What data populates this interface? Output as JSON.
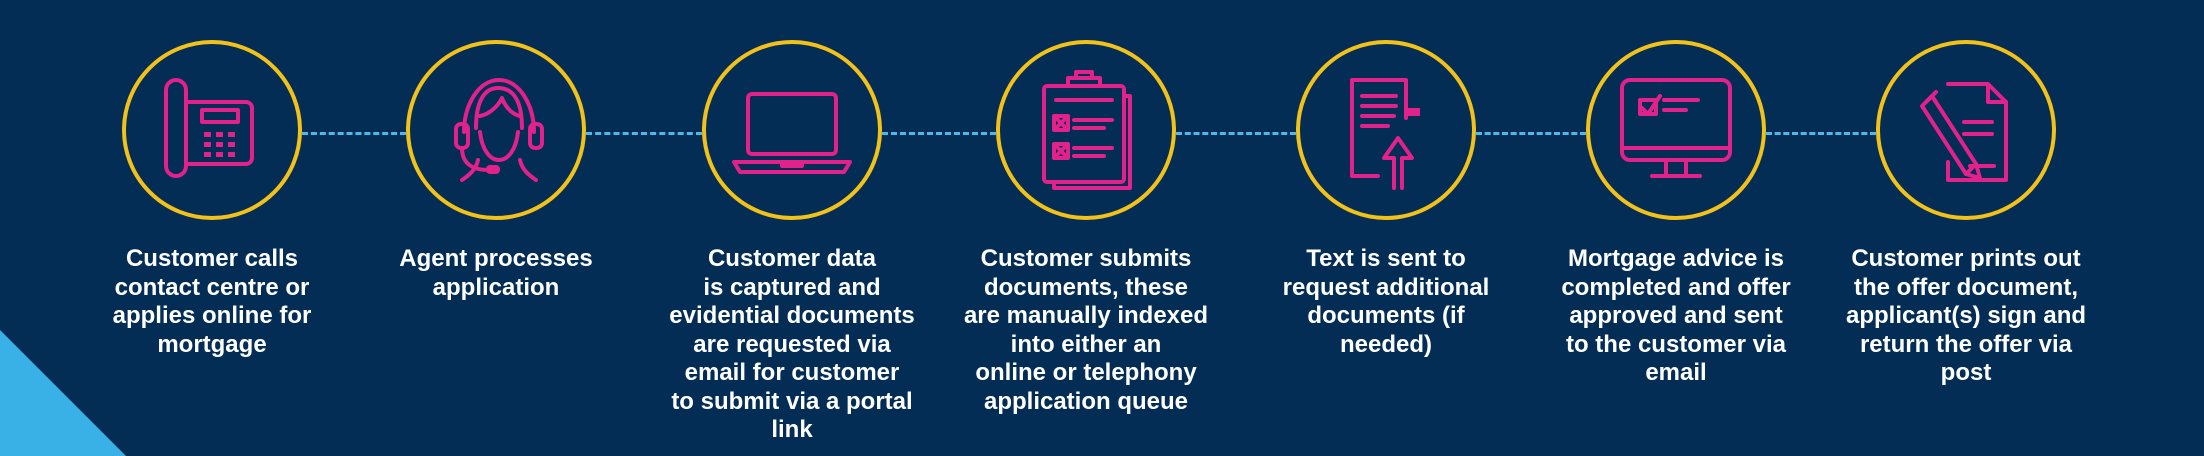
{
  "steps": [
    {
      "icon": "telephone-icon",
      "label": "Customer calls\ncontact centre or\napplies online for\nmortgage"
    },
    {
      "icon": "agent-headset-icon",
      "label": "Agent processes\napplication"
    },
    {
      "icon": "laptop-icon",
      "label": "Customer data\nis captured and\nevidential documents\nare requested via\nemail for customer\nto submit via a portal\nlink"
    },
    {
      "icon": "clipboard-checklist-icon",
      "label": "Customer submits\ndocuments, these\nare manually indexed\ninto either an\nonline or telephony\napplication queue"
    },
    {
      "icon": "document-upload-icon",
      "label": "Text is sent to\nrequest additional\ndocuments (if\nneeded)"
    },
    {
      "icon": "monitor-approval-icon",
      "label": "Mortgage advice is\ncompleted and offer\napproved and sent\nto the customer via\nemail"
    },
    {
      "icon": "document-sign-icon",
      "label": "Customer prints out\nthe offer document,\napplicant(s) sign and\nreturn the offer via\npost"
    }
  ],
  "colors": {
    "background": "#042d56",
    "icon": "#e2218b",
    "circle_border": "#f2c21b",
    "connector": "#4fb8ea",
    "corner_accent": "#3ab1e6",
    "text": "#ffffff"
  }
}
